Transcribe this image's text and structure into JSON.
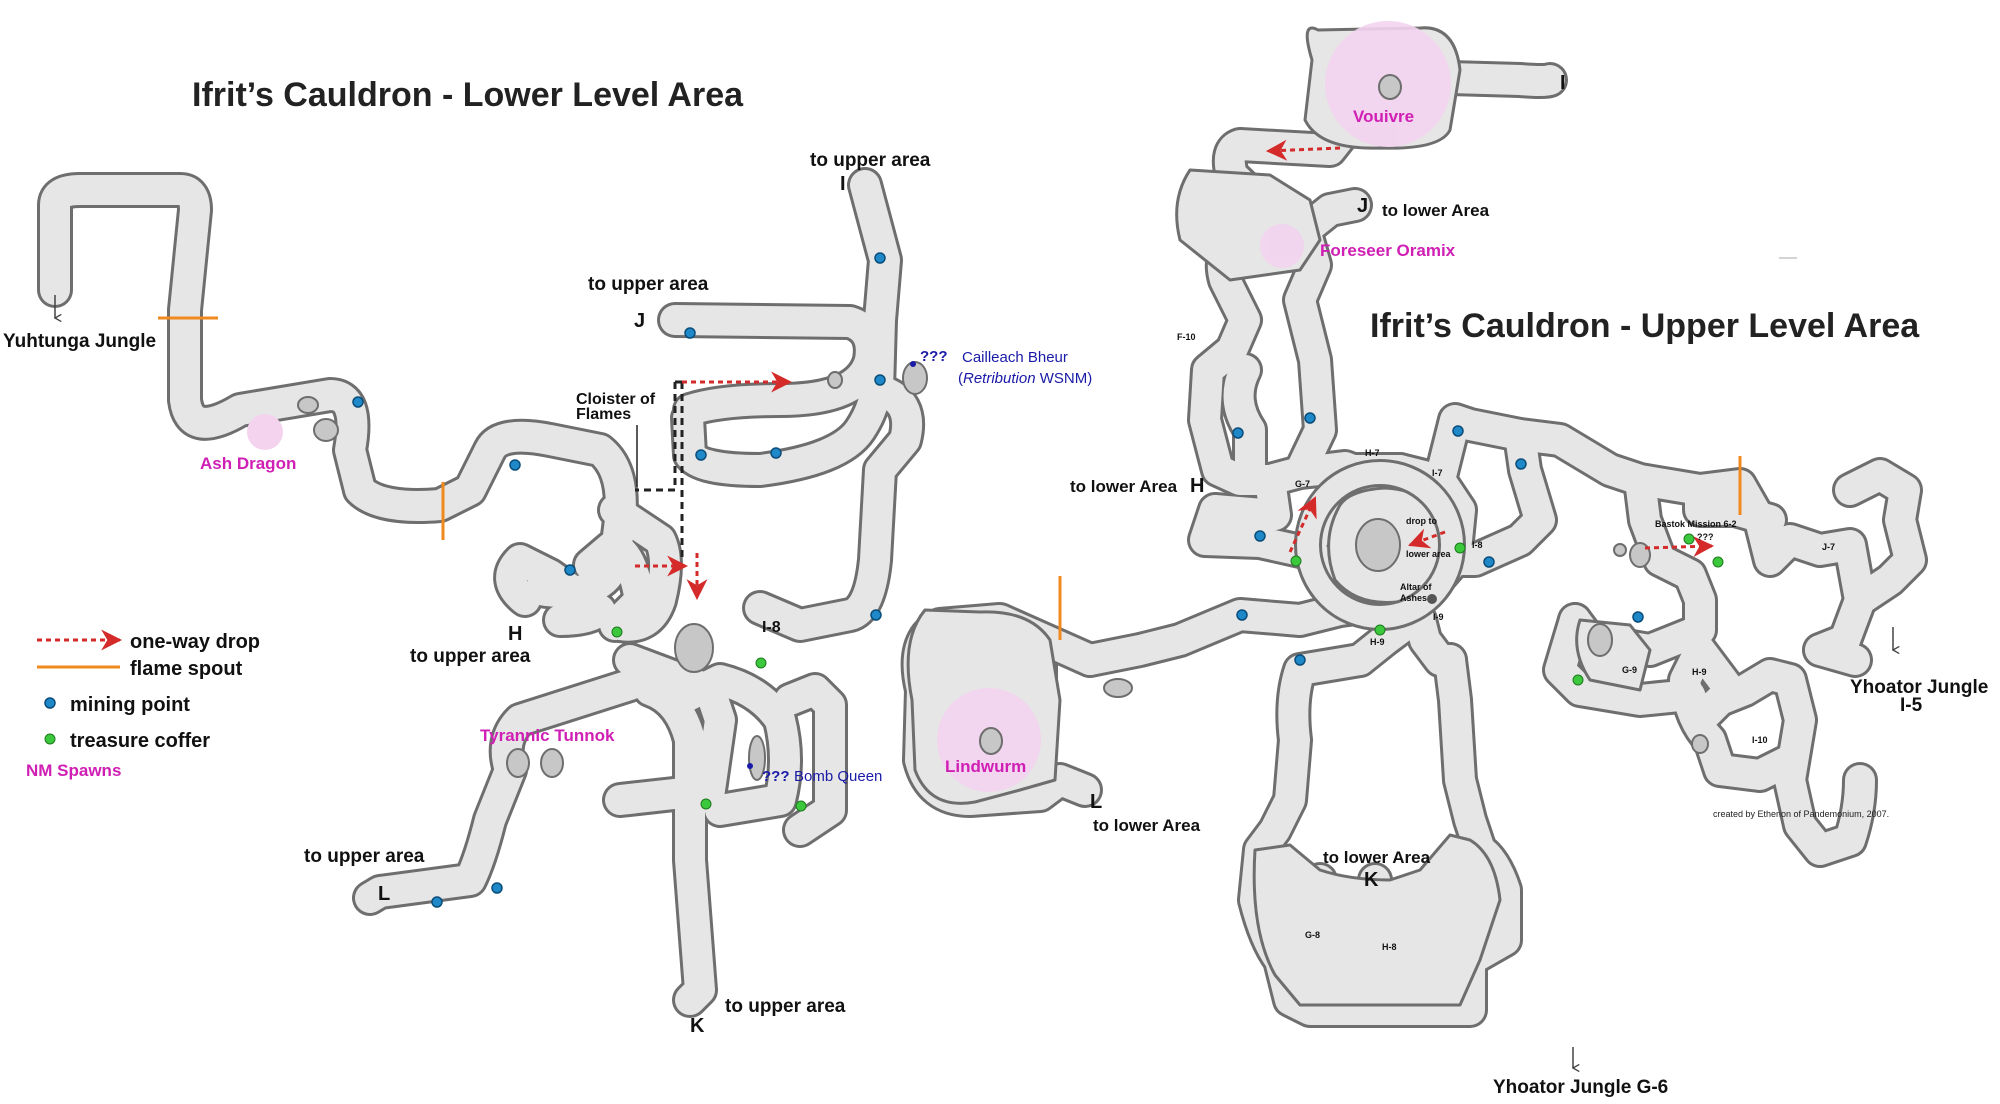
{
  "titles": {
    "lower": "Ifrit’s Cauldron - Lower Level Area",
    "upper": "Ifrit’s Cauldron - Upper Level Area"
  },
  "lower_labels": {
    "yuhtunga": "Yuhtunga Jungle",
    "ash_dragon": "Ash Dragon",
    "cloister_1": "Cloister of",
    "cloister_2": "Flames",
    "to_upper_i": "to upper area",
    "letter_i": "I",
    "to_upper_j": "to upper area",
    "letter_j": "J",
    "cailleach_marker": "???",
    "cailleach_1": "Cailleach Bheur",
    "cailleach_2a": "(",
    "cailleach_2b": "Retribution",
    "cailleach_2c": " WSNM)",
    "letter_h": "H",
    "to_upper_h": "to upper area",
    "i8": "I-8",
    "tyrannic": "Tyrannic Tunnok",
    "bomb_marker": "???",
    "bomb_queen": "Bomb Queen",
    "to_upper_l": "to upper area",
    "letter_l": "L",
    "letter_k": "K",
    "to_upper_k": "to upper area"
  },
  "legend": {
    "drop": "one-way drop",
    "flame": "flame spout",
    "mining": "mining point",
    "coffer": "treasure coffer",
    "nm": "NM Spawns"
  },
  "upper_labels": {
    "vouivre": "Vouivre",
    "letter_i": "I",
    "to_lower_j": "to lower Area",
    "letter_j": "J",
    "foreseer": "Foreseer Oramix",
    "f10": "F-10",
    "h7": "H-7",
    "i7": "I-7",
    "to_lower_h": "to lower Area",
    "letter_h": "H",
    "g7": "G-7",
    "drop_to": "drop to",
    "lower_area": "lower area",
    "i8": "I-8",
    "altar_1": "Altar of",
    "altar_2": "Ashes",
    "i9": "I-9",
    "h9a": "H-9",
    "bastok": "Bastok Mission 6-2",
    "bastok_marker": "???",
    "j7": "J-7",
    "g9": "G-9",
    "h9b": "H-9",
    "i10": "I-10",
    "yhoator_i5_1": "Yhoator Jungle",
    "yhoator_i5_2": "I-5",
    "lindwurm": "Lindwurm",
    "letter_l": "L",
    "to_lower_l": "to lower Area",
    "to_lower_k": "to lower Area",
    "letter_k": "K",
    "g8": "G-8",
    "h8": "H-8",
    "yhoator_g6": "Yhoator Jungle G-6",
    "credit": "created by Etherion of Pandemonium, 2007."
  },
  "colors": {
    "cave_fill": "#e6e6e6",
    "cave_outline": "#6e6e6e",
    "mining": "#1e88c8",
    "coffer": "#3cc83c",
    "flame": "#f08a1e",
    "drop": "#d42a2a",
    "nm": "#d01fb4",
    "nm_zone": "#f3d3ee",
    "question": "#1a1aa8"
  },
  "icons": [
    "mining-point-icon",
    "treasure-coffer-icon",
    "flame-spout-icon",
    "one-way-drop-icon",
    "down-arrow-icon"
  ]
}
